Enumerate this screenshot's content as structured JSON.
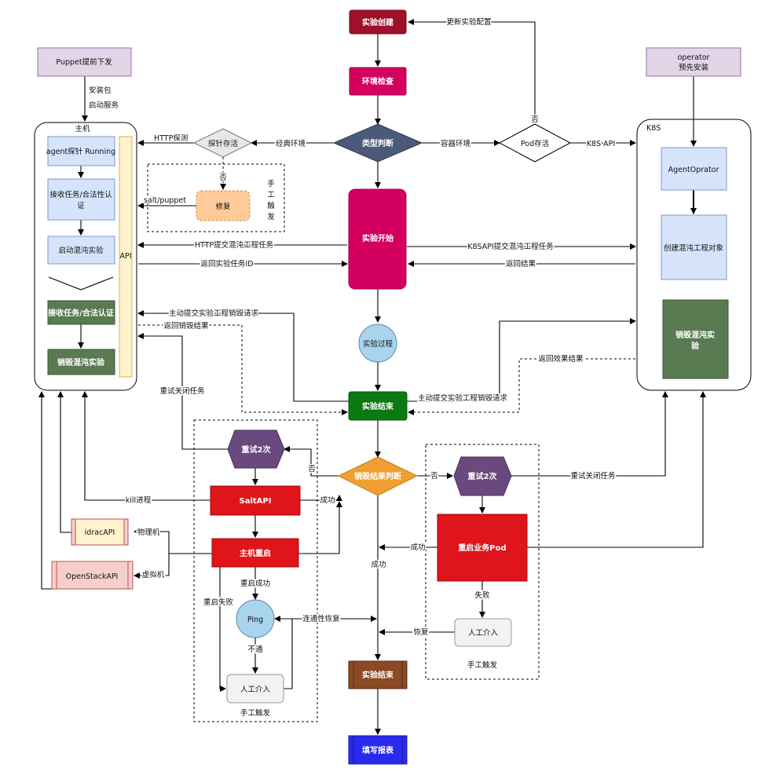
{
  "nodes": {
    "experiment_create": "实验创建",
    "env_check": "环境检查",
    "type_judge": "类型判断",
    "experiment_start": "实验开始",
    "experiment_process": "实验过程",
    "experiment_end": "实验结束",
    "destroy_result_judge": "销毁结果判断",
    "experiment_end_final": "实验结束",
    "fill_report": "填写报表",
    "puppet": "Puppet提前下发",
    "operator_line1": "operator",
    "operator_line2": "预先安装",
    "host_container": "主机",
    "k8s_container": "K8S",
    "agent_running": "agent探针 Running",
    "recv_task_auth_line1": "接收任务/合法性认",
    "recv_task_auth_line2": "证",
    "start_chaos": "启动混沌实验",
    "recv_task_auth2": "接收任务/合法认证",
    "destroy_chaos_host": "销毁混沌实验",
    "api_bar": "API",
    "probe_alive": "探针存活",
    "repair": "修复",
    "manual_trigger_vertical": [
      "手",
      "工",
      "触",
      "发"
    ],
    "pod_alive": "Pod存活",
    "agent_operator": "AgentOprator",
    "create_chaos_object": "创建混沌工程对象",
    "destroy_chaos_k8s_line1": "销毁混沌实",
    "destroy_chaos_k8s_line2": "验",
    "retry_left": "重试2次",
    "salt_api": "SaltAPI",
    "host_reboot": "主机重启",
    "ping": "Ping",
    "manual_left": "人工介入",
    "manual_trigger_left": "手工触发",
    "idrac_api": "idracAPI",
    "openstack_api": "OpenStackAPI",
    "retry_right": "重试2次",
    "restart_pod": "重启业务Pod",
    "manual_right": "人工介入",
    "manual_trigger_right": "手工触发"
  },
  "edge_labels": {
    "update_config": "更新实验配置",
    "no_top": "否",
    "install_pkg": "安装包",
    "start_service": "启动服务",
    "http_probe": "HTTP探测",
    "classic_env": "经典环境",
    "container_env": "容器环境",
    "k8s_api": "K8S API",
    "no_probe": "否",
    "salt_puppet": "salt/puppet",
    "http_submit": "HTTP提交混沌工程任务",
    "k8sapi_submit": "K8SAPI提交混沌工程任务",
    "return_task_id": "返回实验任务ID",
    "return_result": "返回结果",
    "active_destroy_left": "主动提交实验工程销毁请求",
    "return_destroy_result": "返回销毁结果",
    "return_effect_result": "返回效果结果",
    "active_destroy_right": "主动提交实验工程销毁请求",
    "retry_close_left": "重试关闭任务",
    "retry_close_right": "重试关闭任务",
    "no_left": "否",
    "no_right": "否",
    "kill_process": "kill进程",
    "success_salt": "成功",
    "physical": "物理机",
    "virtual": "虚拟机",
    "reboot_success": "重启成功",
    "reboot_fail": "重启失败",
    "connectivity_restored": "连通性恢复",
    "not_reachable": "不通",
    "success_center": "成功",
    "success_pod": "成功",
    "fail_pod": "失败",
    "restore": "恢复"
  },
  "colors": {
    "dark_red": "#a0102a",
    "magenta": "#d4005f",
    "slate": "#4a5a78",
    "light_blue": "#d6e4fb",
    "dark_green": "#5a7a52",
    "purple_light": "#e1d5e7",
    "purple_dark": "#6a4a7e",
    "red": "#e0141b",
    "orange": "#f0a030",
    "green": "#0a7a10",
    "brown": "#8a4a24",
    "blue": "#2a2aee",
    "light_cyan": "#a8d4ec",
    "yellow_light": "#fff2cc",
    "peach": "#ffcc99"
  }
}
